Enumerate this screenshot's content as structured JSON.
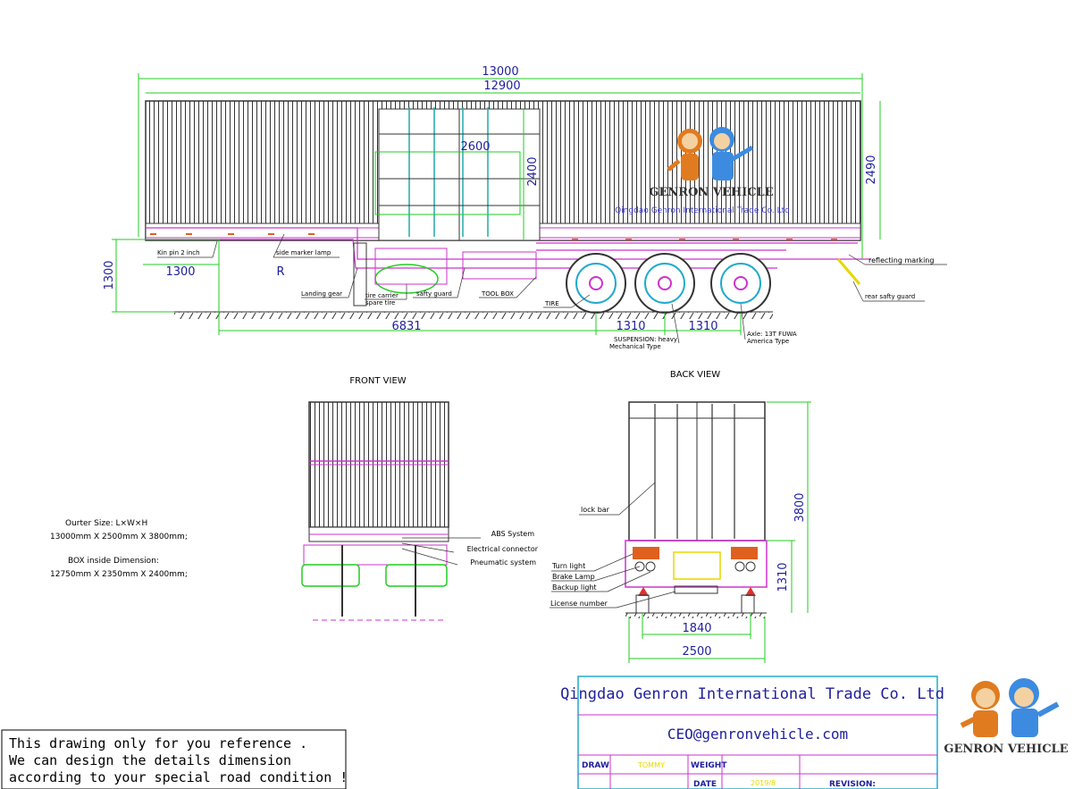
{
  "side_view": {
    "dims": {
      "overall_length": "13000",
      "box_length": "12900",
      "door_width": "2600",
      "door_height": "2400",
      "box_height": "2490",
      "coupling_height": "1300",
      "kingpin_offset": "1300",
      "radius": "R",
      "kingpin_to_axle": "6831",
      "axle_spacing_1": "1310",
      "axle_spacing_2": "1310"
    },
    "labels": {
      "kingpin": "Kin pin 2 inch",
      "side_marker": "side marker lamp",
      "landing_gear": "Landing gear",
      "tire_carrier": "tire carrier",
      "spare_tire": "spare tire",
      "safety_guard": "safty guard",
      "tool_box": "TOOL BOX",
      "tire": "TIRE",
      "suspension_1": "SUSPENSION: heavy",
      "suspension_2": "Mechanical Type",
      "axle_1": "Axle: 13T FUWA",
      "axle_2": "America Type",
      "reflecting": "reflecting marking",
      "rear_guard": "rear safty guard"
    },
    "logo_brand": "GENRON VEHICLE",
    "logo_company": "Qingdao Genron International Trade Co. Ltd"
  },
  "front_view": {
    "title": "FRONT VIEW",
    "labels": {
      "abs": "ABS System",
      "electrical": "Electrical connector",
      "pneumatic": "Pneumatic system"
    }
  },
  "back_view": {
    "title": "BACK VIEW",
    "labels": {
      "lock_bar": "lock bar",
      "turn_light": "Turn light",
      "brake_lamp": "Brake Lamp",
      "backup_light": "Backup light",
      "license_number": "License number"
    },
    "dims": {
      "height": "3800",
      "lamp_height": "1310",
      "track": "1840",
      "width": "2500"
    }
  },
  "specs": {
    "outer_title": "Ourter Size: L×W×H",
    "outer_value": "13000mm X 2500mm X 3800mm;",
    "inner_title": "BOX inside Dimension:",
    "inner_value": "12750mm X 2350mm X 2400mm;"
  },
  "title_block": {
    "company": "Qingdao Genron International Trade Co. Ltd",
    "email": "CEO@genronvehicle.com",
    "draw_label": "DRAW",
    "draw_value": "TOMMY",
    "weight_label": "WEIGHT",
    "date_label": "DATE",
    "date_value": "2019/8",
    "revision_label": "REVISION:",
    "brand": "GENRON VEHICLE"
  },
  "note": {
    "line1": "This drawing only for you reference .",
    "line2": "We can design the details dimension",
    "line3": "according to your special road condition !"
  },
  "colors": {
    "dimension": "#22cc22",
    "dim_text": "#1f1f9c",
    "chassis": "#cc33cc",
    "wheel": "#22aacc",
    "lamp": "#e06020",
    "brand_orange": "#e07b20",
    "brand_blue": "#3d8be0"
  }
}
